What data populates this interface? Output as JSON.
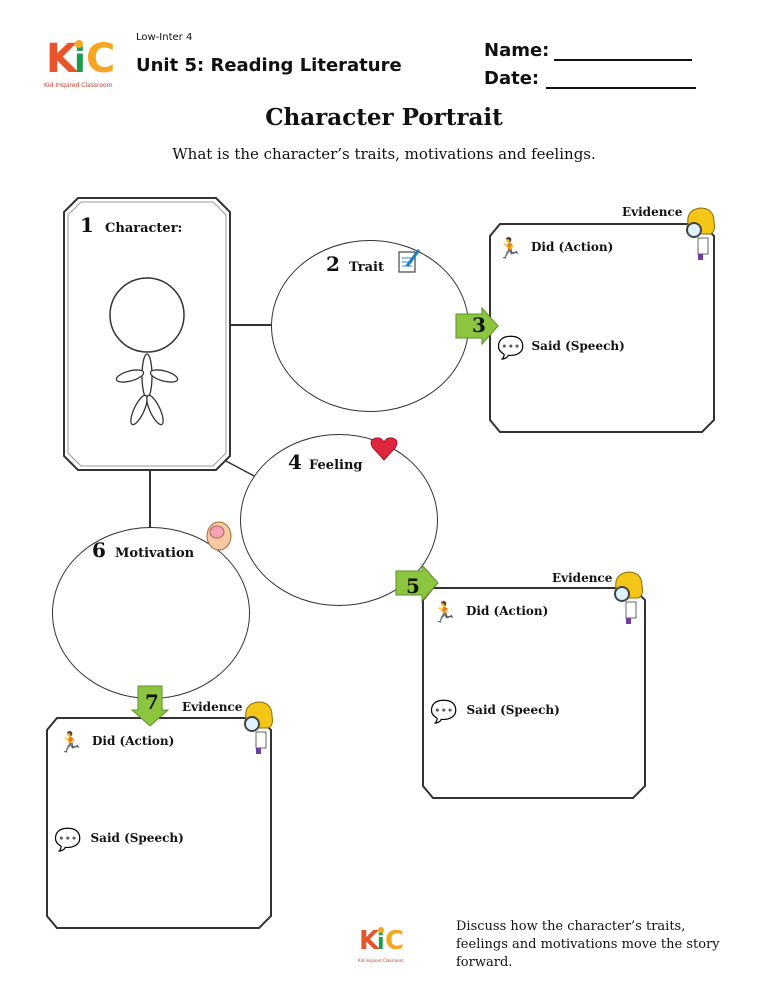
{
  "header": {
    "logo_text": "KIC",
    "logo_subtitle": "Kid Inspired Classroom",
    "level": "Low-Inter 4",
    "unit_title": "Unit 5: Reading Literature",
    "name_label": "Name:",
    "date_label": "Date:"
  },
  "title": "Character Portrait",
  "subtitle": "What is the character’s traits, motivations and feelings.",
  "character_box": {
    "number": "1",
    "label": "Character:"
  },
  "trait": {
    "number": "2",
    "label": "Trait",
    "icon": "notepad-pencil-icon"
  },
  "feeling": {
    "number": "4",
    "label": "Feeling",
    "icon": "heart-icon"
  },
  "motivation": {
    "number": "6",
    "label": "Motivation",
    "icon": "brain-icon"
  },
  "evidence_boxes": [
    {
      "arrow_number": "3",
      "heading": "Evidence",
      "did": "Did (Action)",
      "said": "Said (Speech)"
    },
    {
      "arrow_number": "5",
      "heading": "Evidence",
      "did": "Did (Action)",
      "said": "Said (Speech)"
    },
    {
      "arrow_number": "7",
      "heading": "Evidence",
      "did": "Did (Action)",
      "said": "Said (Speech)"
    }
  ],
  "footer": {
    "logo_text": "KIC",
    "logo_subtitle": "Kid Inspired Classroom",
    "note": "Discuss how the character’s traits, feelings and motivations move the story forward."
  },
  "colors": {
    "arrow_green": "#8cc63f",
    "logo_k": "#e8542a",
    "logo_i": "#1c9c4b",
    "logo_c": "#f5a623",
    "heart": "#e0263c"
  }
}
